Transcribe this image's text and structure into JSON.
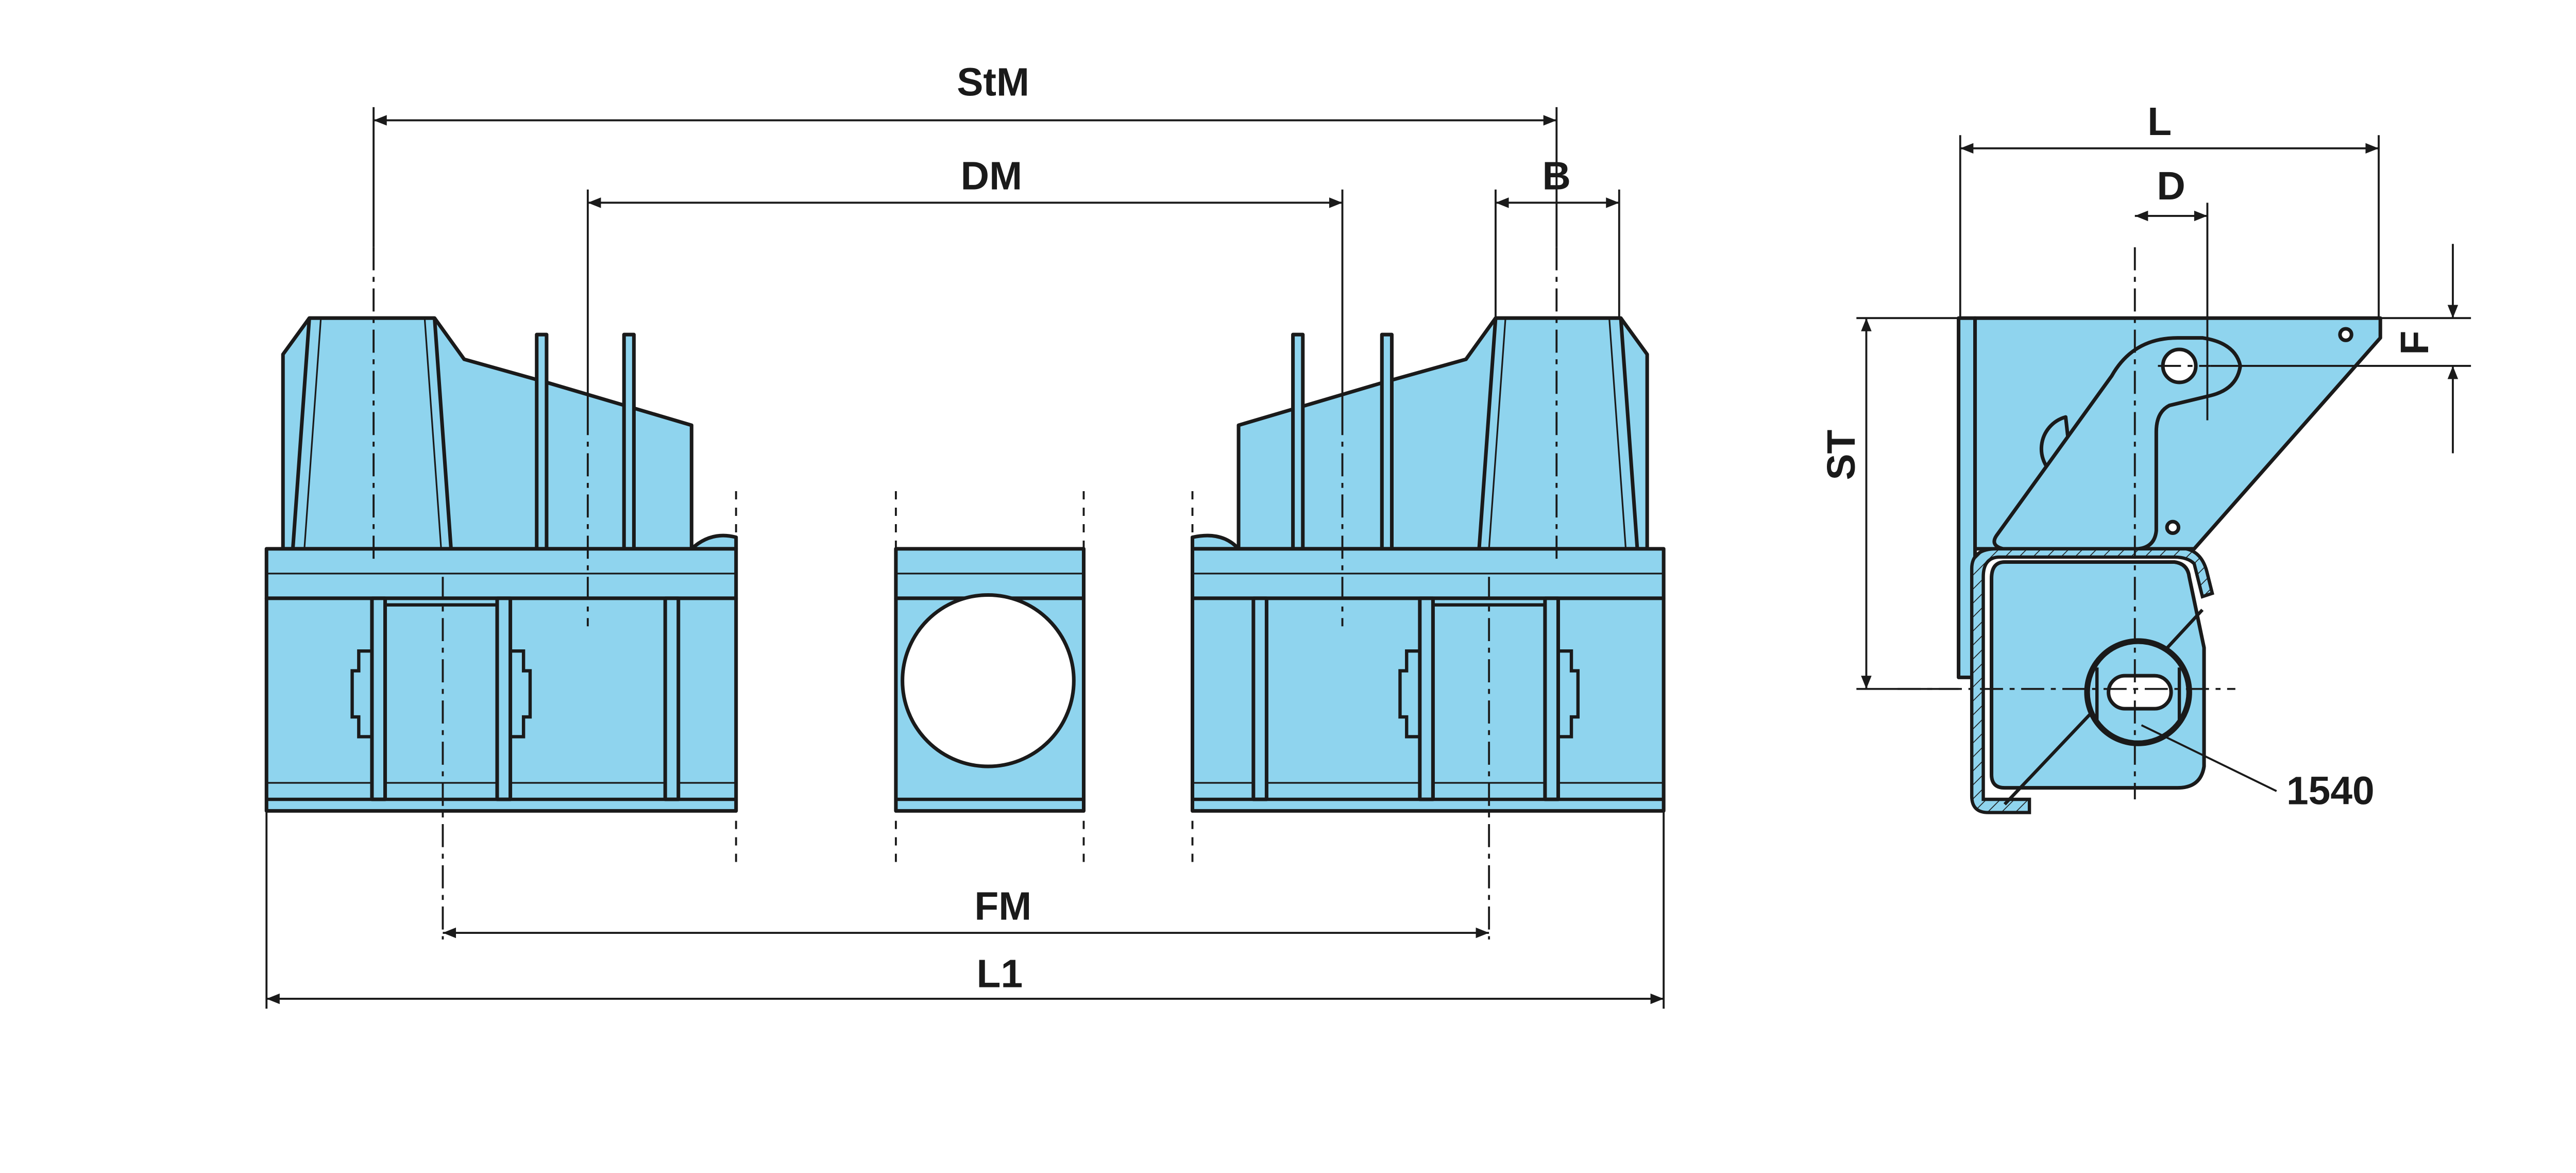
{
  "diagram": {
    "colors": {
      "part_fill": "#8fd4ee",
      "line": "#1a1a1a",
      "background": "#ffffff"
    },
    "front_view": {
      "dimensions": {
        "stm": "StM",
        "dm": "DM",
        "b": "B",
        "fm": "FM",
        "l1": "L1"
      }
    },
    "side_view": {
      "dimensions": {
        "l": "L",
        "d": "D",
        "f": "F",
        "st": "ST"
      },
      "callout": "1540"
    }
  }
}
